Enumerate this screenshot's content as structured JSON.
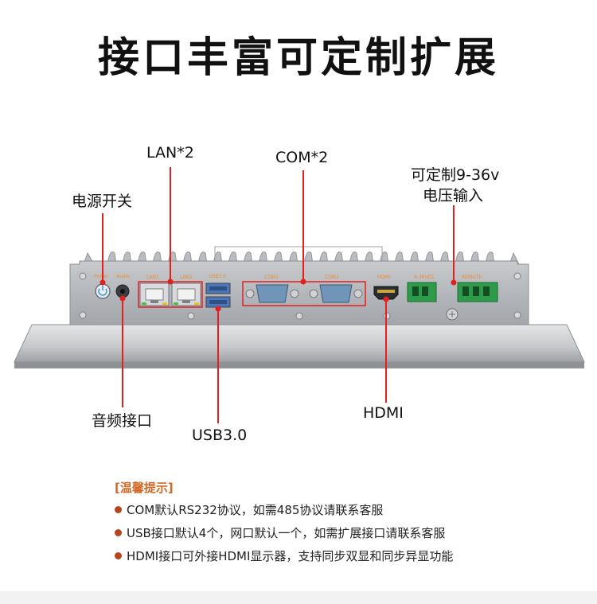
{
  "title": "接口丰富可定制扩展",
  "callouts": {
    "lan": "LAN*2",
    "com": "COM*2",
    "power_switch": "电源开关",
    "voltage_line1": "可定制9-36v",
    "voltage_line2": "电压输入",
    "audio": "音频接口",
    "usb": "USB3.0",
    "hdmi": "HDMI"
  },
  "panel_labels": {
    "power": "Power",
    "audio": "Audio",
    "lan1": "LAN1",
    "lan2": "LAN2",
    "usb": "USB3.0",
    "com1": "COM1",
    "com2": "COM2",
    "hdmi": "HDMI",
    "dcin": "9-36VDC",
    "remote": "REMOTE"
  },
  "tips": {
    "heading": "[温馨提示]",
    "items": [
      "COM默认RS232协议，如需485协议请联系客服",
      "USB接口默认4个，网口默认一个，如需扩展接口请联系客服",
      "HDMI接口可外接HDMI显示器，支持同步双显和同步异显功能"
    ]
  },
  "colors": {
    "callout_line": "#e32020",
    "tip_heading": "#d06a28",
    "bullet": "#b8441d",
    "panel_label": "#f08a30",
    "connector_green": "#2e9b4a"
  }
}
